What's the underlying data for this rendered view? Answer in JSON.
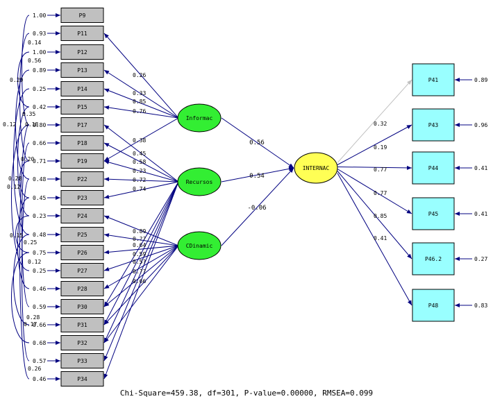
{
  "indicators": [
    {
      "label": "P9",
      "error": "1.00"
    },
    {
      "label": "P11",
      "error": "0.93"
    },
    {
      "label": "P12",
      "error": "1.00"
    },
    {
      "label": "P13",
      "error": "0.89"
    },
    {
      "label": "P14",
      "error": "0.25"
    },
    {
      "label": "P15",
      "error": "0.42"
    },
    {
      "label": "P17",
      "error": "0.80"
    },
    {
      "label": "P18",
      "error": "0.66"
    },
    {
      "label": "P19",
      "error": "0.71"
    },
    {
      "label": "P22",
      "error": "0.48"
    },
    {
      "label": "P23",
      "error": "0.45"
    },
    {
      "label": "P24",
      "error": "0.23"
    },
    {
      "label": "P25",
      "error": "0.48"
    },
    {
      "label": "P26",
      "error": "0.75"
    },
    {
      "label": "P27",
      "error": "0.25"
    },
    {
      "label": "P28",
      "error": "0.46"
    },
    {
      "label": "P30",
      "error": "0.59"
    },
    {
      "label": "P31",
      "error": "0.66"
    },
    {
      "label": "P32",
      "error": "0.68"
    },
    {
      "label": "P33",
      "error": "0.57"
    },
    {
      "label": "P34",
      "error": "0.46"
    }
  ],
  "latents": [
    {
      "label": "Informac"
    },
    {
      "label": "Recursos"
    },
    {
      "label": "CDinamic"
    }
  ],
  "outcome": {
    "label": "INTERNAC"
  },
  "structural": [
    "0.56",
    "0.54",
    "-0.06"
  ],
  "loadings": [
    {
      "latent": 0,
      "item": 1,
      "value": "0.26"
    },
    {
      "latent": 0,
      "item": 3,
      "value": "0.33"
    },
    {
      "latent": 0,
      "item": 4,
      "value": "0.85"
    },
    {
      "latent": 0,
      "item": 5,
      "value": "0.76"
    },
    {
      "latent": 0,
      "item": 8,
      "value": "0.38"
    },
    {
      "latent": 1,
      "item": 6,
      "value": "0.45"
    },
    {
      "latent": 1,
      "item": 7,
      "value": "0.58"
    },
    {
      "latent": 1,
      "item": 8,
      "value": "0.23"
    },
    {
      "latent": 1,
      "item": 9,
      "value": "0.72"
    },
    {
      "latent": 1,
      "item": 10,
      "value": "0.74"
    },
    {
      "latent": 1,
      "item": 16,
      "value": ""
    },
    {
      "latent": 1,
      "item": 17,
      "value": ""
    },
    {
      "latent": 1,
      "item": 18,
      "value": ""
    },
    {
      "latent": 1,
      "item": 19,
      "value": ""
    },
    {
      "latent": 1,
      "item": 20,
      "value": ""
    },
    {
      "latent": 2,
      "item": 11,
      "value": "0.89"
    },
    {
      "latent": 2,
      "item": 12,
      "value": "0.??"
    },
    {
      "latent": 2,
      "item": 13,
      "value": "0.64"
    },
    {
      "latent": 2,
      "item": 14,
      "value": "0.59"
    },
    {
      "latent": 2,
      "item": 15,
      "value": "0.5?"
    },
    {
      "latent": 2,
      "item": 16,
      "value": "0.??"
    },
    {
      "latent": 2,
      "item": 17,
      "value": "0.66"
    },
    {
      "latent": 2,
      "item": 18,
      "value": "0.73"
    }
  ],
  "outputs": [
    {
      "label": "P41",
      "loading": "0.32",
      "error": "0.89",
      "gray": true
    },
    {
      "label": "P43",
      "loading": "0.19",
      "error": "0.96",
      "gray": false
    },
    {
      "label": "P44",
      "loading": "0.77",
      "error": "0.41",
      "gray": false
    },
    {
      "label": "P45",
      "loading": "0.77",
      "error": "0.41",
      "gray": false
    },
    {
      "label": "P46.2",
      "loading": "0.85",
      "error": "0.27",
      "gray": false
    },
    {
      "label": "P48",
      "loading": "0.41",
      "error": "0.83",
      "gray": false
    }
  ],
  "covariances": [
    "0.14",
    "0.56",
    "0.29",
    "0.35",
    "0.12",
    "0.18",
    "0.20",
    "0.28",
    "0.12",
    "0.25",
    "0.15",
    "0.12",
    "0.28",
    "0.17",
    "0.26"
  ],
  "colors": {
    "box_gray": "#c0c0c0",
    "latent_green": "#33ee33",
    "outcome_yellow": "#ffff55",
    "out_box_cyan": "#99ffff",
    "arrow_navy": "#000080",
    "arrow_gray": "#c0c0c0"
  },
  "footer": "Chi-Square=459.38, df=301, P-value=0.00000, RMSEA=0.099"
}
